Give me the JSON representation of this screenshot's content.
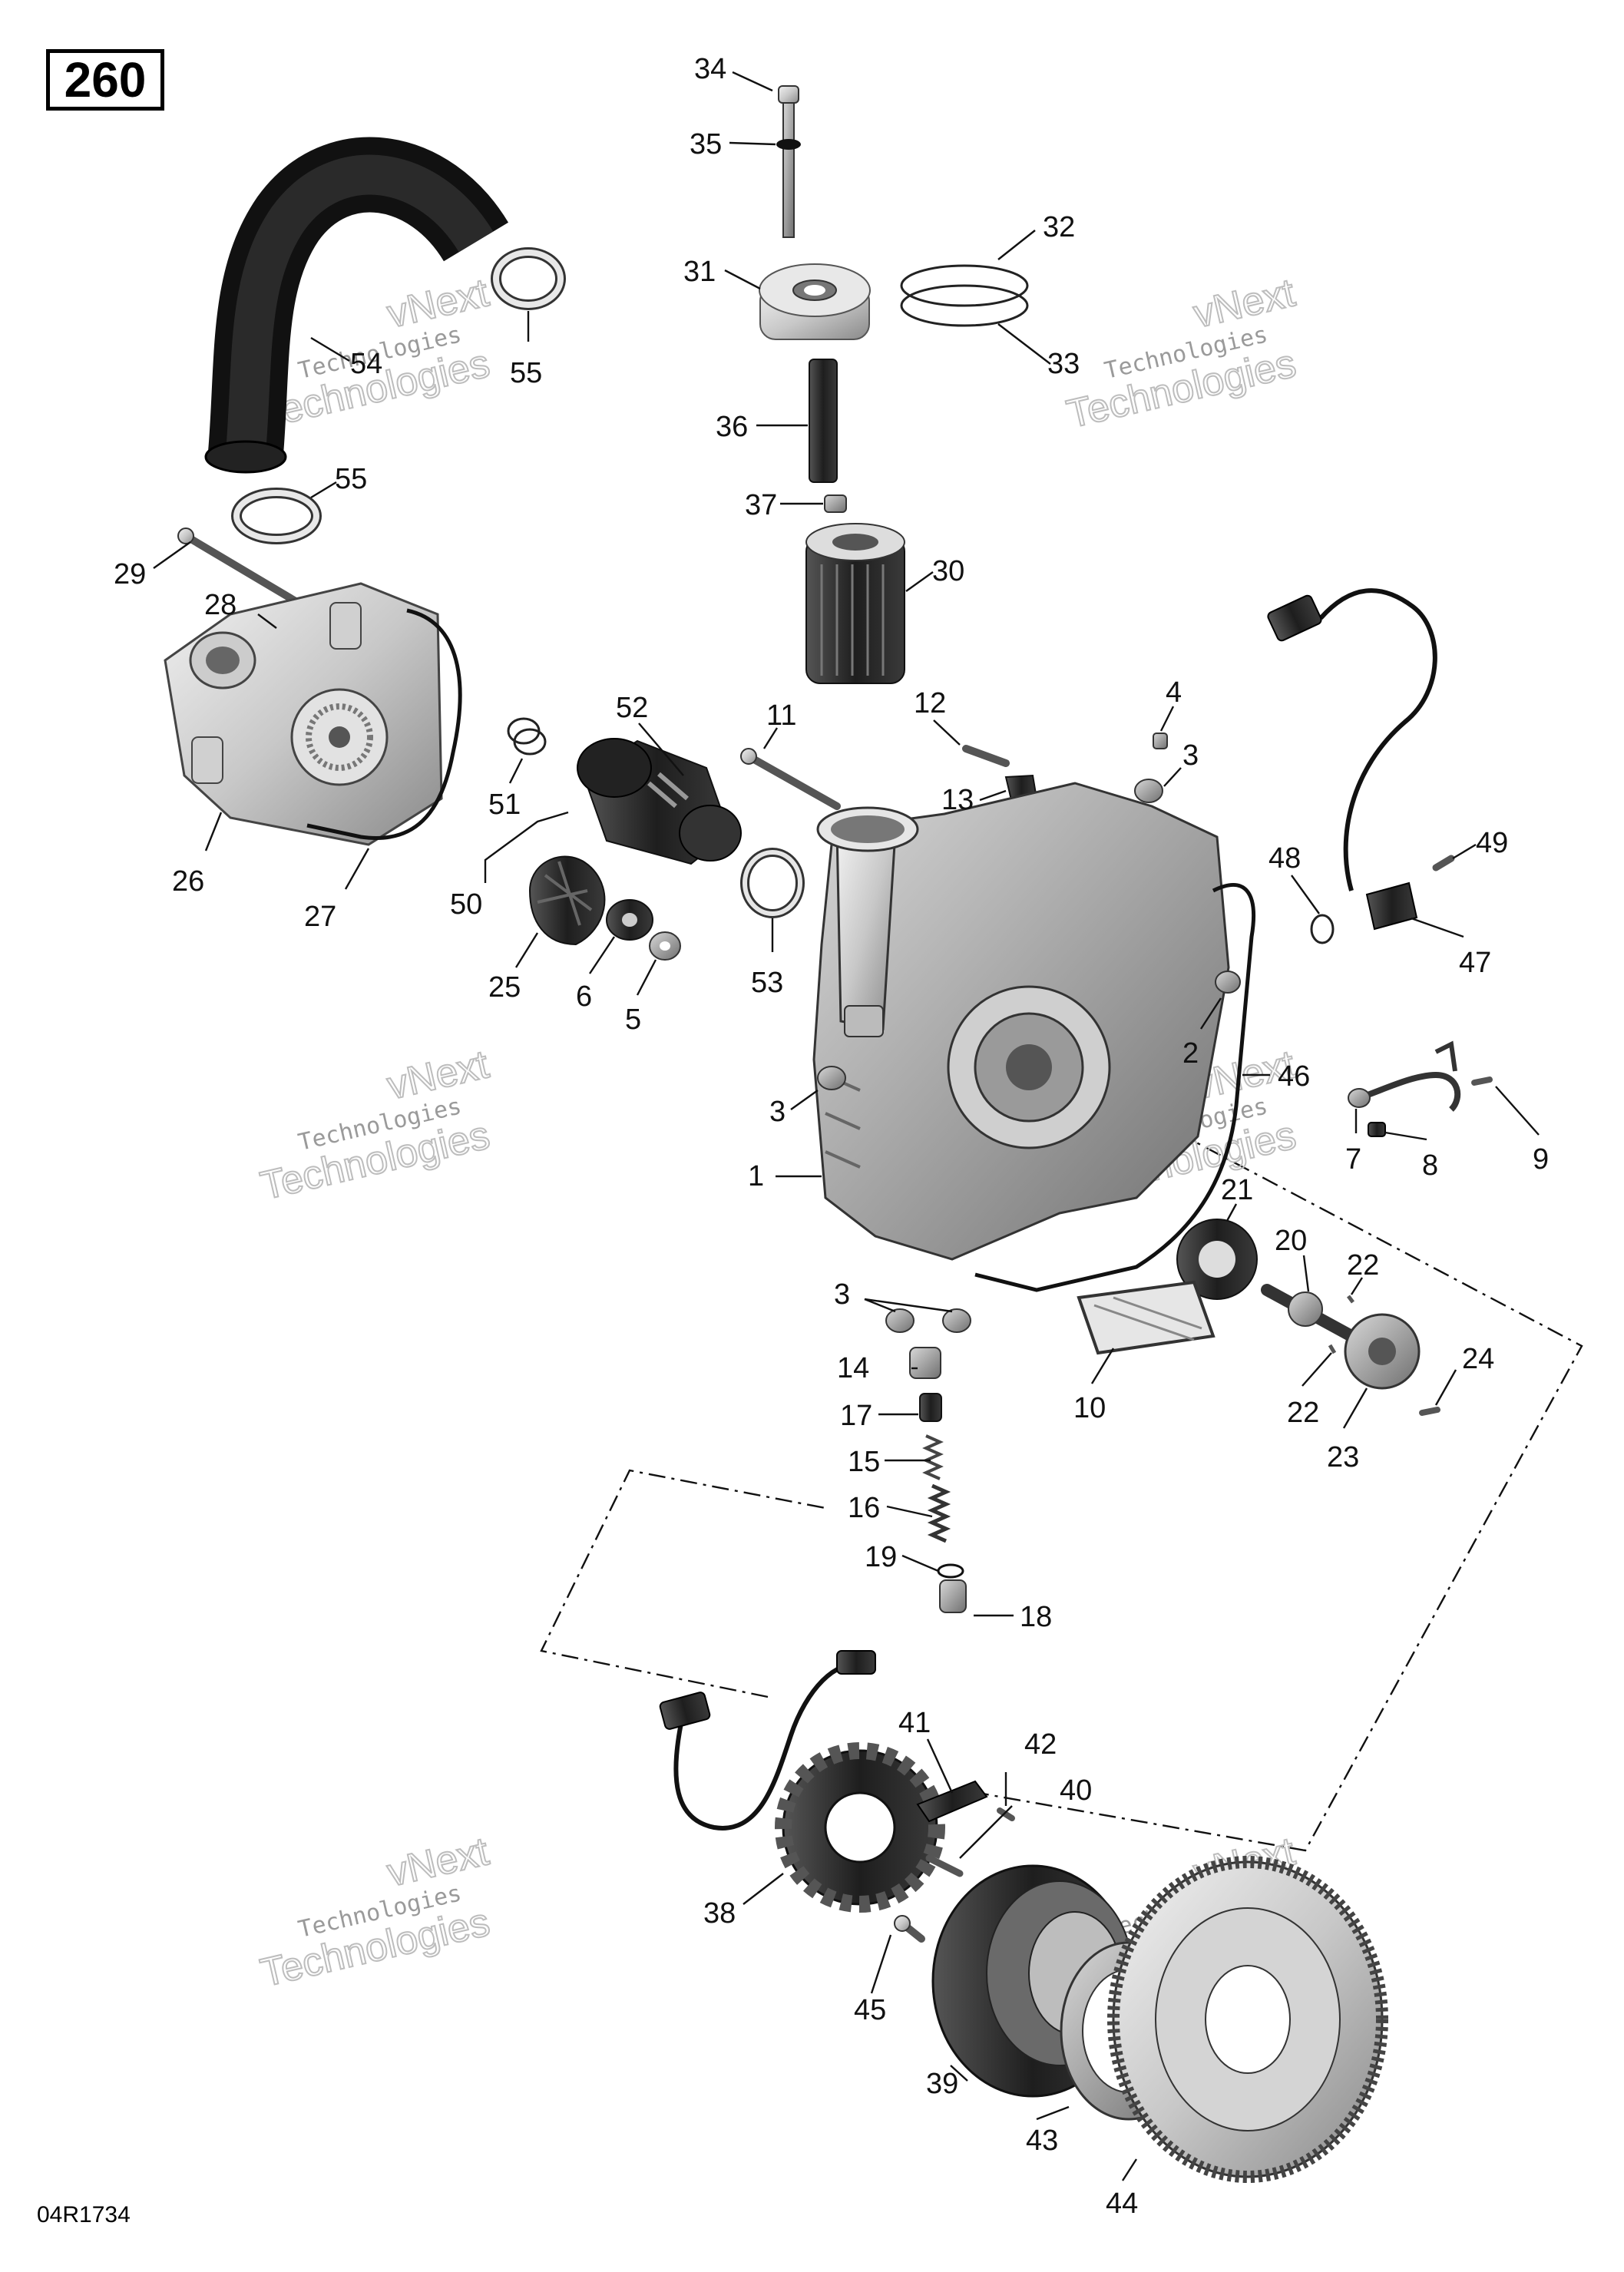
{
  "diagram_code": "260",
  "figure_code": "04R1734",
  "watermark": {
    "line1": "vNext",
    "line2": "Technologies",
    "line3": "Technologies"
  },
  "callouts": [
    {
      "id": "callout-34",
      "label": "34"
    },
    {
      "id": "callout-35",
      "label": "35"
    },
    {
      "id": "callout-32",
      "label": "32"
    },
    {
      "id": "callout-31",
      "label": "31"
    },
    {
      "id": "callout-33",
      "label": "33"
    },
    {
      "id": "callout-54",
      "label": "54"
    },
    {
      "id": "callout-55-top",
      "label": "55"
    },
    {
      "id": "callout-36",
      "label": "36"
    },
    {
      "id": "callout-37",
      "label": "37"
    },
    {
      "id": "callout-55-bottom",
      "label": "55"
    },
    {
      "id": "callout-29",
      "label": "29"
    },
    {
      "id": "callout-30",
      "label": "30"
    },
    {
      "id": "callout-28",
      "label": "28"
    },
    {
      "id": "callout-52",
      "label": "52"
    },
    {
      "id": "callout-11",
      "label": "11"
    },
    {
      "id": "callout-12",
      "label": "12"
    },
    {
      "id": "callout-4",
      "label": "4"
    },
    {
      "id": "callout-3-top",
      "label": "3"
    },
    {
      "id": "callout-51",
      "label": "51"
    },
    {
      "id": "callout-13",
      "label": "13"
    },
    {
      "id": "callout-49",
      "label": "49"
    },
    {
      "id": "callout-48",
      "label": "48"
    },
    {
      "id": "callout-26",
      "label": "26"
    },
    {
      "id": "callout-50",
      "label": "50"
    },
    {
      "id": "callout-27",
      "label": "27"
    },
    {
      "id": "callout-47",
      "label": "47"
    },
    {
      "id": "callout-53",
      "label": "53"
    },
    {
      "id": "callout-25",
      "label": "25"
    },
    {
      "id": "callout-6",
      "label": "6"
    },
    {
      "id": "callout-5",
      "label": "5"
    },
    {
      "id": "callout-2",
      "label": "2"
    },
    {
      "id": "callout-46",
      "label": "46"
    },
    {
      "id": "callout-3-left",
      "label": "3"
    },
    {
      "id": "callout-7",
      "label": "7"
    },
    {
      "id": "callout-8",
      "label": "8"
    },
    {
      "id": "callout-9",
      "label": "9"
    },
    {
      "id": "callout-1",
      "label": "1"
    },
    {
      "id": "callout-21",
      "label": "21"
    },
    {
      "id": "callout-20",
      "label": "20"
    },
    {
      "id": "callout-22-top",
      "label": "22"
    },
    {
      "id": "callout-3-bottom",
      "label": "3"
    },
    {
      "id": "callout-14",
      "label": "14"
    },
    {
      "id": "callout-10",
      "label": "10"
    },
    {
      "id": "callout-24",
      "label": "24"
    },
    {
      "id": "callout-22-bottom",
      "label": "22"
    },
    {
      "id": "callout-17",
      "label": "17"
    },
    {
      "id": "callout-23",
      "label": "23"
    },
    {
      "id": "callout-15",
      "label": "15"
    },
    {
      "id": "callout-16",
      "label": "16"
    },
    {
      "id": "callout-19",
      "label": "19"
    },
    {
      "id": "callout-18",
      "label": "18"
    },
    {
      "id": "callout-41",
      "label": "41"
    },
    {
      "id": "callout-42",
      "label": "42"
    },
    {
      "id": "callout-40",
      "label": "40"
    },
    {
      "id": "callout-38",
      "label": "38"
    },
    {
      "id": "callout-45",
      "label": "45"
    },
    {
      "id": "callout-39",
      "label": "39"
    },
    {
      "id": "callout-43",
      "label": "43"
    },
    {
      "id": "callout-44",
      "label": "44"
    }
  ]
}
